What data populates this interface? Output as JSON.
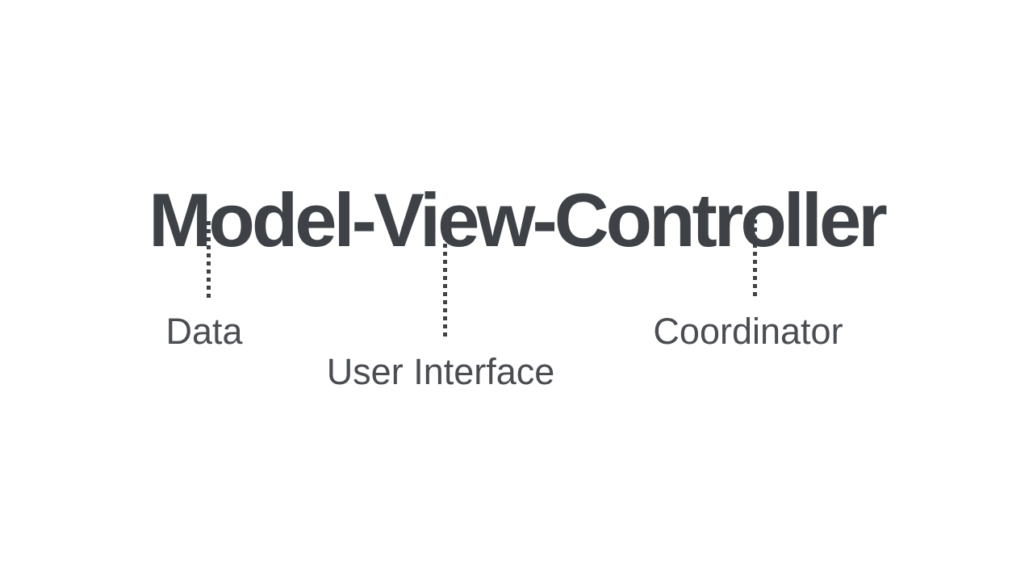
{
  "slide": {
    "title": "Model-View-Controller",
    "background_color": "#ffffff",
    "title_color": "#3e4247",
    "annotation_color": "#4a4d52",
    "annotations": [
      {
        "term": "Model",
        "label": "Data"
      },
      {
        "term": "View",
        "label": "User Interface"
      },
      {
        "term": "Controller",
        "label": "Coordinator"
      }
    ]
  }
}
